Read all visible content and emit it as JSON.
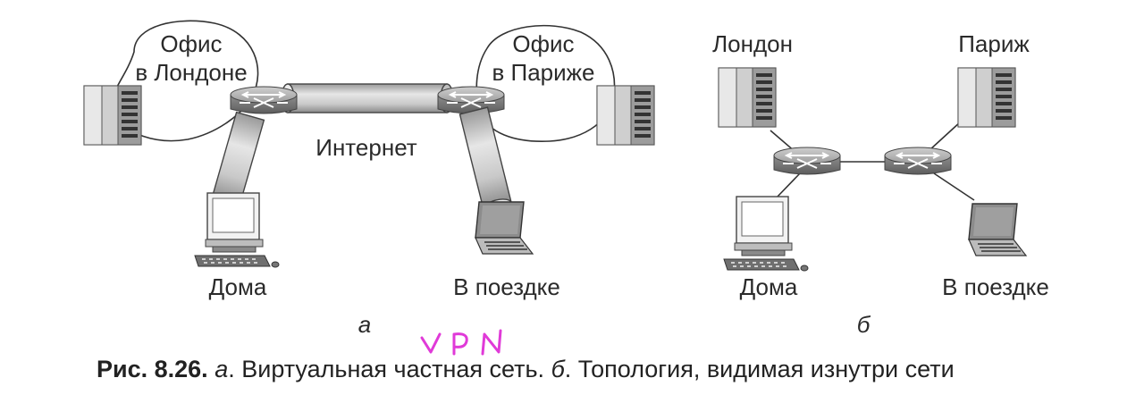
{
  "panel_a": {
    "office_london": [
      "Офис",
      "в Лондоне"
    ],
    "office_paris": [
      "Офис",
      "в Париже"
    ],
    "internet": "Интернет",
    "home": "Дома",
    "travel": "В поездке",
    "panel_label": "а"
  },
  "panel_b": {
    "london": "Лондон",
    "paris": "Париж",
    "home": "Дома",
    "travel": "В поездке",
    "panel_label": "б"
  },
  "handwritten_note": "VPN",
  "caption": {
    "number": "Рис. 8.26.",
    "a_label": "а",
    "a_text": ". Виртуальная частная сеть. ",
    "b_label": "б",
    "b_text": ". Топология, видимая изнутри сети"
  },
  "colors": {
    "device_fill": "#d9d9d9",
    "device_dark": "#7a7a7a",
    "tunnel_fill": "#cfcfcf",
    "router_fill": "#a8a8a8",
    "handwriting": "#e03ad8"
  }
}
